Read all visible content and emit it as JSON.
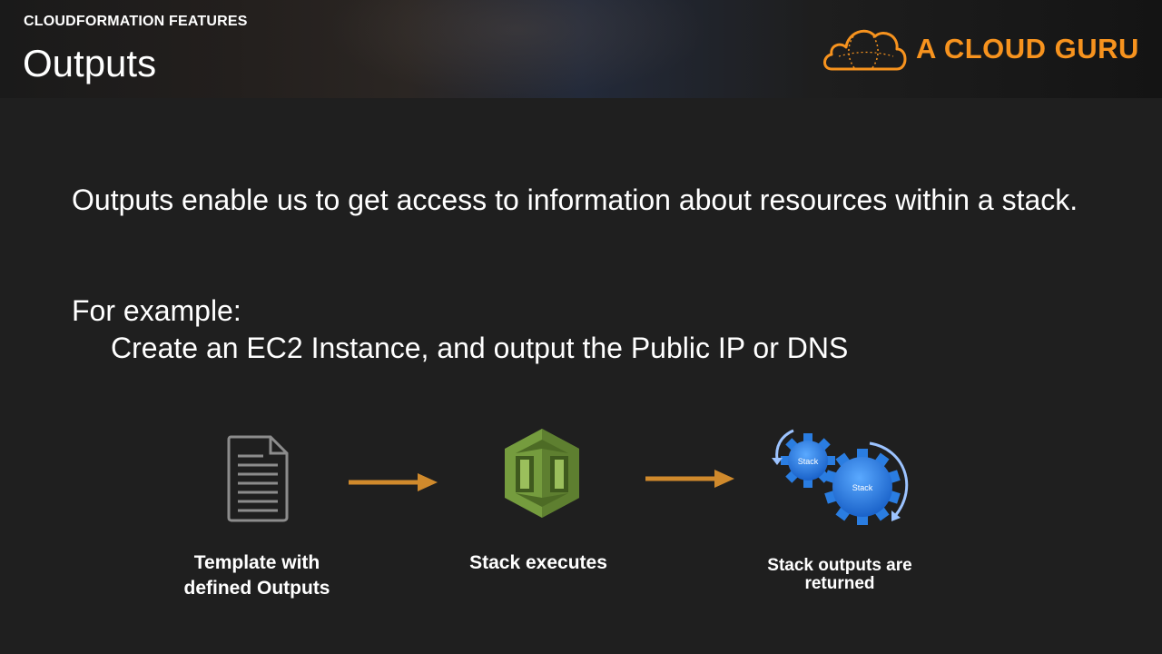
{
  "header": {
    "kicker": "CLOUDFORMATION FEATURES",
    "title": "Outputs",
    "brand": "A CLOUD GURU"
  },
  "body": {
    "intro": "Outputs enable us to get access to information about resources within a stack.",
    "example_head": "For example:",
    "example_item": "Create an EC2 Instance, and output the Public IP or DNS"
  },
  "diagram": {
    "step1_line1": "Template with",
    "step1_line2": "defined Outputs",
    "step2": "Stack executes",
    "step3_line1": "Stack outputs are",
    "step3_line2": "returned",
    "gear_small_label": "Stack",
    "gear_large_label": "Stack"
  },
  "colors": {
    "accent": "#f7931e",
    "arrow": "#d08a2c",
    "cloudformation_green": "#759c3e",
    "gear_blue": "#2a7de1"
  }
}
